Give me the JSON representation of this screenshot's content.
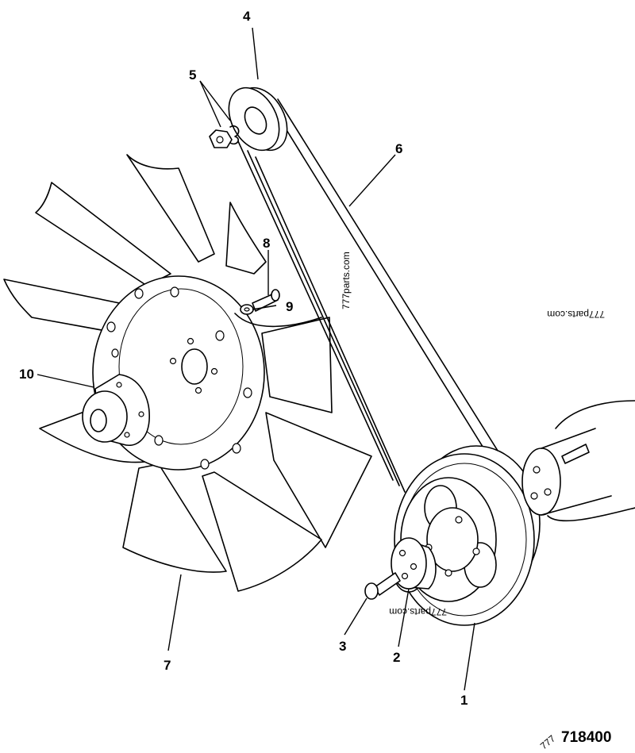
{
  "figure_number": "718400",
  "watermarks": [
    "777parts.com",
    "777parts.com",
    "777parts.com",
    "777"
  ],
  "callouts": [
    "1",
    "2",
    "3",
    "4",
    "5",
    "6",
    "7",
    "8",
    "9",
    "10"
  ]
}
